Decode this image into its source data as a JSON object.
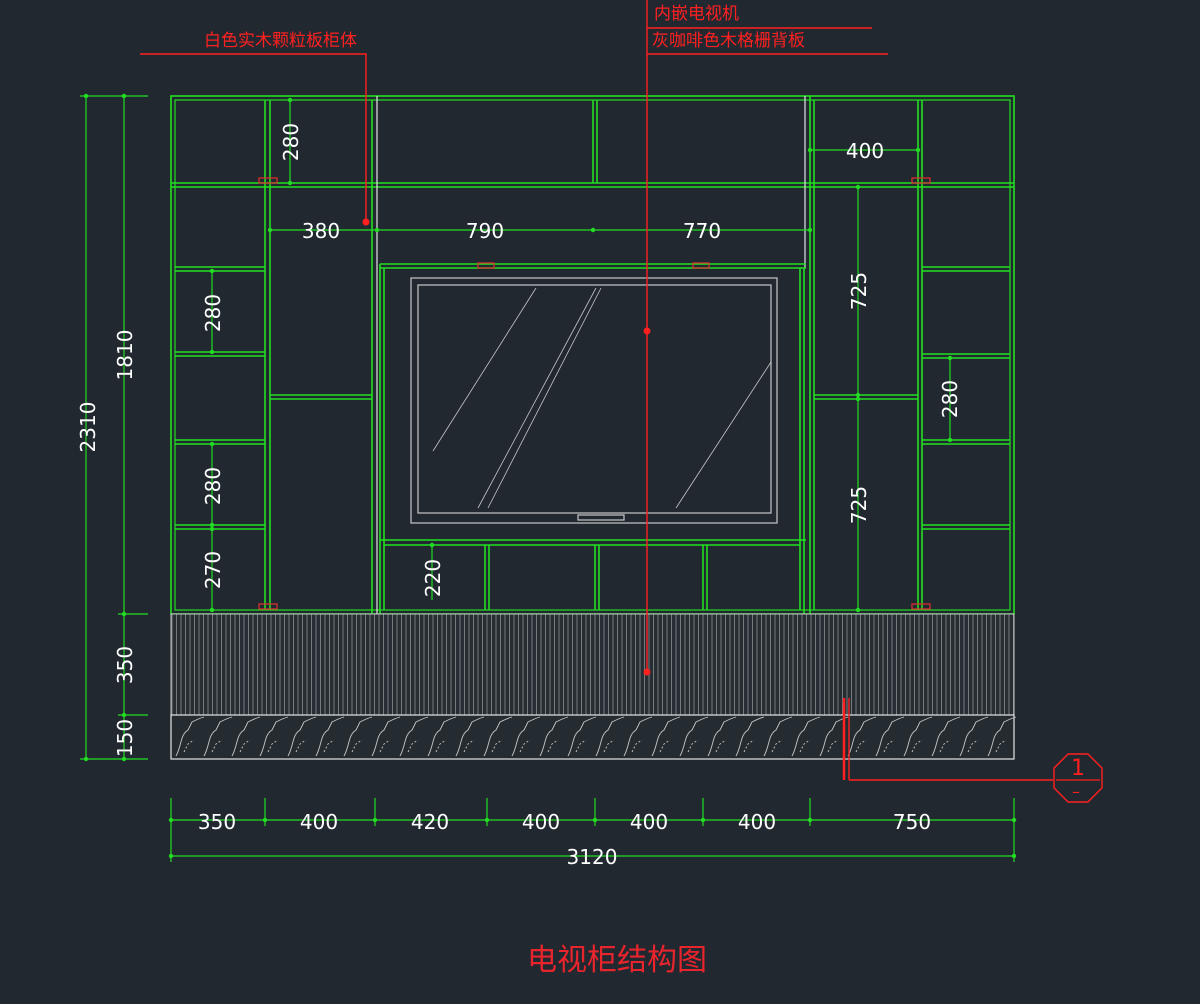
{
  "title": "电视柜结构图",
  "labels": {
    "cabinet_material": "白色实木颗粒板柜体",
    "embedded_tv": "内嵌电视机",
    "back_panel": "灰咖啡色木格栅背板"
  },
  "section_mark": {
    "number": "1",
    "sub": "–"
  },
  "dimensions": {
    "overall_height": "2310",
    "cabinet_height": "1810",
    "plinth_height": "350",
    "base_height": "150",
    "left_top_shelf": "280",
    "left_shelf_2": "280",
    "left_shelf_3": "280",
    "left_bottom_shelf": "270",
    "w_380": "380",
    "w_790": "790",
    "w_770": "770",
    "right_top_width": "400",
    "right_upper": "725",
    "right_lower": "725",
    "right_shelf": "280",
    "tv_drawer": "220",
    "bottom_widths": [
      "350",
      "400",
      "420",
      "400",
      "400",
      "400",
      "750"
    ],
    "overall_width": "3120"
  },
  "colors": {
    "background": "#212830",
    "structure": "#22e022",
    "dimension": "#22dd22",
    "annotation": "#ff2020",
    "tv_outline": "#c8c8c8"
  }
}
